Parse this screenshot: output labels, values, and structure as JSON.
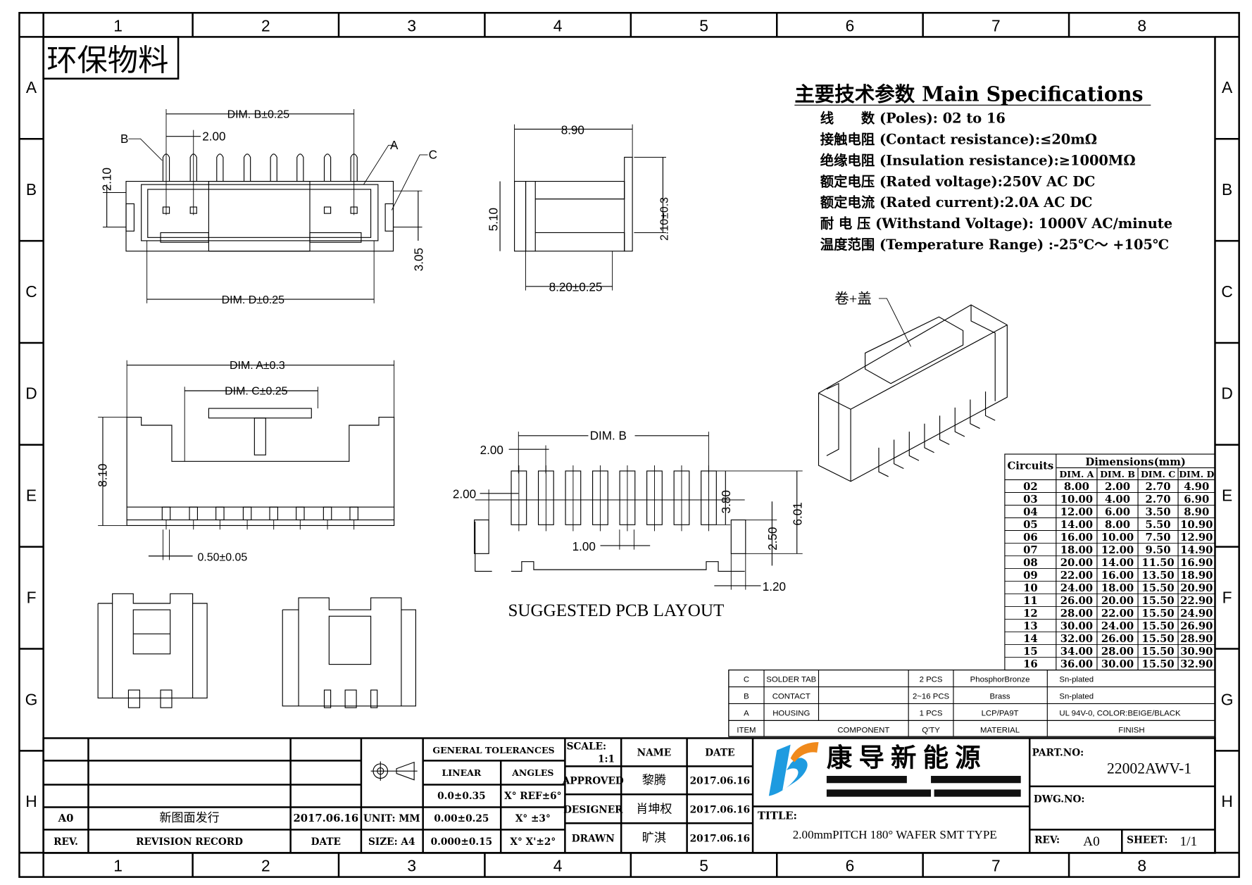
{
  "frame": {
    "columns": [
      "1",
      "2",
      "3",
      "4",
      "5",
      "6",
      "7",
      "8"
    ],
    "rows": [
      "A",
      "B",
      "C",
      "D",
      "E",
      "F",
      "G",
      "H"
    ]
  },
  "eco_label": "环保物料",
  "specs": {
    "title": "主要技术参数 Main Specifications",
    "lines": [
      "线　　数 (Poles): 02 to 16",
      "接触电阻 (Contact resistance):≤20mΩ",
      "绝缘电阻 (Insulation resistance):≥1000MΩ",
      "额定电压 (Rated voltage):250V AC DC",
      "额定电流 (Rated current):2.0A AC DC",
      "耐 电 压 (Withstand Voltage): 1000V AC/minute",
      "温度范围 (Temperature Range) :-25℃～ +105℃"
    ]
  },
  "views": {
    "top": {
      "dim_b": "DIM. B±0.25",
      "pitch": "2.00",
      "dim_d": "DIM. D±0.25",
      "h210": "2.10",
      "h305": "3.05",
      "callout_a": "A",
      "callout_b": "B",
      "callout_c": "C"
    },
    "side": {
      "w890": "8.90",
      "h510": "5.10",
      "h210": "2.10±0.3",
      "w820": "8.20±0.25"
    },
    "front": {
      "dim_a": "DIM. A±0.3",
      "dim_c": "DIM. C±0.25",
      "h810": "8.10",
      "pin": "0.50±0.05"
    },
    "pcb": {
      "title": "SUGGESTED PCB LAYOUT",
      "dim_b": "DIM. B",
      "pitch": "2.00",
      "offset": "2.00",
      "pad_w": "1.00",
      "pad_h": "3.80",
      "total_h": "6.01",
      "tab_h": "2.50",
      "tab_w": "1.20"
    },
    "iso": {
      "label": "卷+盖"
    }
  },
  "dimension_table": {
    "circuits_header": "Circuits",
    "group_header": "Dimensions(mm)",
    "columns": [
      "DIM. A",
      "DIM. B",
      "DIM. C",
      "DIM. D"
    ],
    "rows": [
      [
        "02",
        "8.00",
        "2.00",
        "2.70",
        "4.90"
      ],
      [
        "03",
        "10.00",
        "4.00",
        "2.70",
        "6.90"
      ],
      [
        "04",
        "12.00",
        "6.00",
        "3.50",
        "8.90"
      ],
      [
        "05",
        "14.00",
        "8.00",
        "5.50",
        "10.90"
      ],
      [
        "06",
        "16.00",
        "10.00",
        "7.50",
        "12.90"
      ],
      [
        "07",
        "18.00",
        "12.00",
        "9.50",
        "14.90"
      ],
      [
        "08",
        "20.00",
        "14.00",
        "11.50",
        "16.90"
      ],
      [
        "09",
        "22.00",
        "16.00",
        "13.50",
        "18.90"
      ],
      [
        "10",
        "24.00",
        "18.00",
        "15.50",
        "20.90"
      ],
      [
        "11",
        "26.00",
        "20.00",
        "15.50",
        "22.90"
      ],
      [
        "12",
        "28.00",
        "22.00",
        "15.50",
        "24.90"
      ],
      [
        "13",
        "30.00",
        "24.00",
        "15.50",
        "26.90"
      ],
      [
        "14",
        "32.00",
        "26.00",
        "15.50",
        "28.90"
      ],
      [
        "15",
        "34.00",
        "28.00",
        "15.50",
        "30.90"
      ],
      [
        "16",
        "36.00",
        "30.00",
        "15.50",
        "32.90"
      ]
    ]
  },
  "bom": {
    "rows": [
      {
        "item": "C",
        "component": "SOLDER TAB",
        "qty": "2 PCS",
        "material": "PhosphorBronze",
        "finish": "Sn-plated"
      },
      {
        "item": "B",
        "component": "CONTACT",
        "qty": "2~16 PCS",
        "material": "Brass",
        "finish": "Sn-plated"
      },
      {
        "item": "A",
        "component": "HOUSING",
        "qty": "1 PCS",
        "material": "LCP/PA9T",
        "finish": "UL 94V-0, COLOR:BEIGE/BLACK"
      }
    ],
    "header": {
      "item": "ITEM",
      "component": "COMPONENT",
      "qty": "Q'TY",
      "material": "MATERIAL",
      "finish": "FINISH"
    }
  },
  "title_block": {
    "revision": {
      "rev": "A0",
      "record": "新图面发行",
      "date": "2017.06.16",
      "rev_label": "REV.",
      "record_label": "REVISION RECORD",
      "date_label": "DATE"
    },
    "unit": "UNIT: MM",
    "size": "SIZE: A4",
    "tolerances": {
      "title": "GENERAL TOLERANCES",
      "linear": "LINEAR",
      "angles": "ANGLES",
      "linear_values": [
        "0.0±0.35",
        "0.00±0.25",
        "0.000±0.15"
      ],
      "angle_values": [
        "X° REF±6°",
        "X° ±3°",
        "X° X'±2°"
      ]
    },
    "scale_label": "SCALE:",
    "scale": "1:1",
    "name_label": "NAME",
    "date_label": "DATE",
    "signoffs": [
      {
        "role": "APPROVED",
        "name": "黎腾",
        "date": "2017.06.16"
      },
      {
        "role": "DESIGNER",
        "name": "肖坤权",
        "date": "2017.06.16"
      },
      {
        "role": "DRAWN",
        "name": "旷淇",
        "date": "2017.06.16"
      }
    ],
    "company": "康 导 新 能 源",
    "title_label": "TITLE:",
    "title": "2.00mmPITCH 180° WAFER SMT TYPE",
    "part_no_label": "PART.NO:",
    "part_no": "22002AWV-1",
    "dwg_no_label": "DWG.NO:",
    "rev_label": "REV:",
    "rev": "A0",
    "sheet_label": "SHEET:",
    "sheet": "1/1",
    "logo_colors": {
      "blue": "#1e9be0",
      "orange": "#f08a1c"
    }
  }
}
